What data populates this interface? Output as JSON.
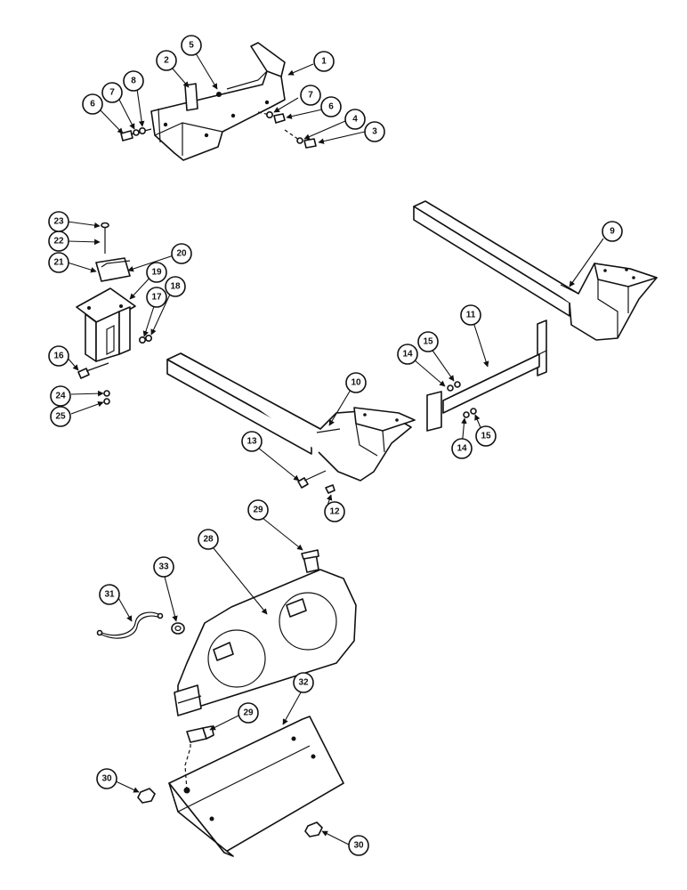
{
  "diagram": {
    "callouts": [
      "1",
      "2",
      "3",
      "4",
      "5",
      "6",
      "7",
      "8",
      "6",
      "7",
      "9",
      "10",
      "11",
      "12",
      "13",
      "14",
      "15",
      "14",
      "15",
      "16",
      "17",
      "18",
      "19",
      "20",
      "21",
      "22",
      "23",
      "24",
      "25",
      "28",
      "29",
      "29",
      "30",
      "30",
      "31",
      "32",
      "33"
    ]
  }
}
